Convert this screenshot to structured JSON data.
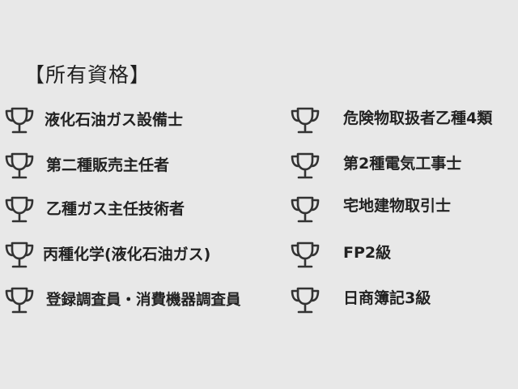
{
  "heading": "【所有資格】",
  "left_items": [
    {
      "label": "液化石油ガス設備士"
    },
    {
      "label": "第二種販売主任者"
    },
    {
      "label": "乙種ガス主任技術者"
    },
    {
      "label": "丙種化学(液化石油ガス)"
    },
    {
      "label": "登録調査員・消費機器調査員"
    }
  ],
  "right_items": [
    {
      "label": "危険物取扱者乙種4類"
    },
    {
      "label": "第2種電気工事士"
    },
    {
      "label": "宅地建物取引士"
    },
    {
      "label": "FP2級"
    },
    {
      "label": "日商簿記3級"
    }
  ],
  "icon": "trophy-icon",
  "colors": {
    "background": "#e8e8e8",
    "text": "#222222",
    "icon_stroke": "#333333"
  }
}
